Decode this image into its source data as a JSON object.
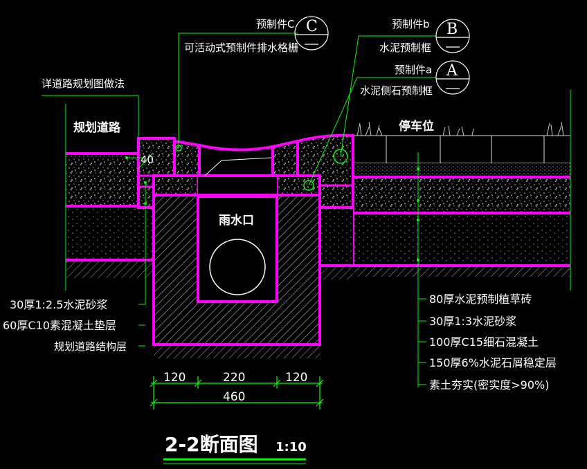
{
  "title": {
    "main": "2-2断面图",
    "scale": "1:10"
  },
  "zones": {
    "road": "规划道路",
    "parking": "停车位",
    "inlet": "雨水口",
    "road_note": "详道路规划图做法",
    "width_40": "40"
  },
  "callouts": [
    {
      "id": "C",
      "top": "预制件C",
      "bottom": "可活动式预制件排水格栅"
    },
    {
      "id": "B",
      "top": "预制件b",
      "bottom": "水泥预制框"
    },
    {
      "id": "A",
      "top": "预制件a",
      "bottom": "水泥侧石预制框"
    }
  ],
  "left_layers": [
    "30厚1:2.5水泥砂浆",
    "60厚C10素混凝土垫层",
    "规划道路结构层"
  ],
  "right_layers": [
    "80厚水泥预制植草砖",
    "30厚1:3水泥砂浆",
    "100厚C15细石混凝土",
    "150厚6%水泥石屑稳定层",
    "素土夯实(密实度>90%)"
  ],
  "dimensions": {
    "segments": [
      "120",
      "220",
      "120"
    ],
    "total": "460"
  },
  "colors": {
    "background": "#000000",
    "structure": "#ff00ff",
    "leader": "#00ff00",
    "text": "#ffffff",
    "hatch": "#ffffff"
  }
}
